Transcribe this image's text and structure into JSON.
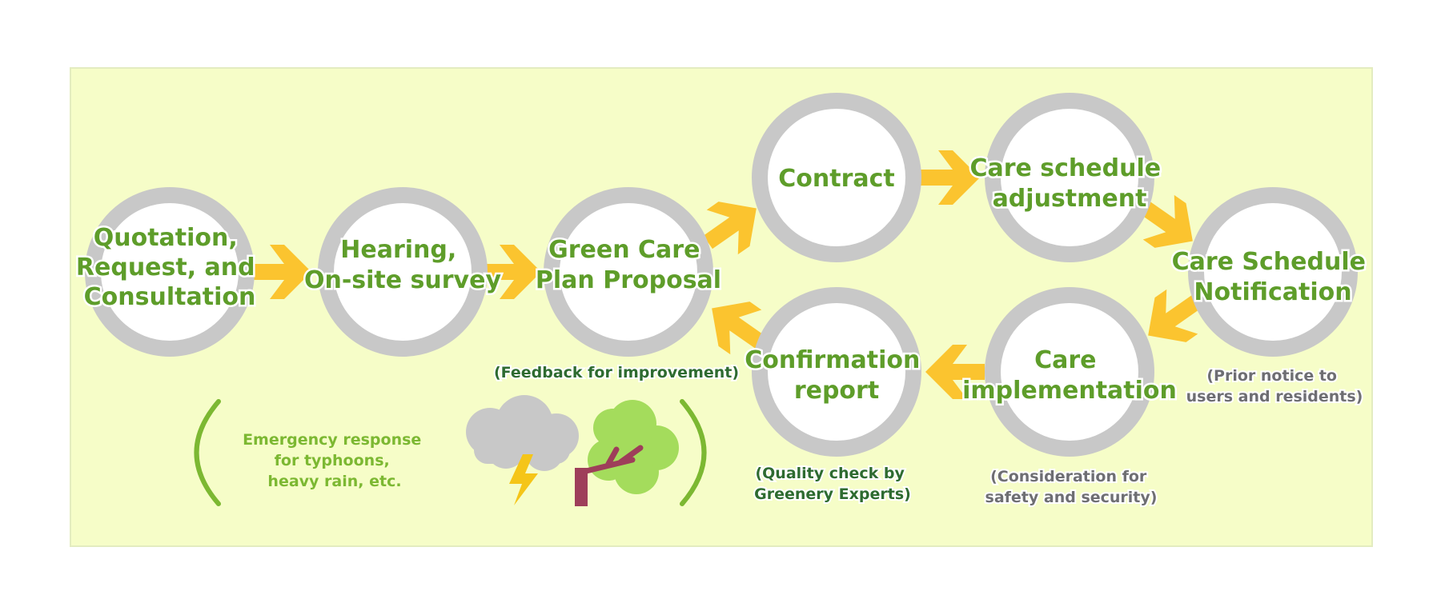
{
  "colors": {
    "panel_background": "#f6fdc8",
    "circle_ring": "#c8c8c8",
    "arrow": "#fbc42f",
    "step_text": "#5e9d2a",
    "note_dark": "#2e6b30",
    "note_gray": "#6e6e72",
    "emergency_text": "#7cb832"
  },
  "steps": [
    {
      "id": "quotation",
      "lines": [
        "Quotation,",
        "Request, and",
        "Consultation"
      ]
    },
    {
      "id": "hearing",
      "lines": [
        "Hearing,",
        "On-site survey"
      ]
    },
    {
      "id": "proposal",
      "lines": [
        "Green Care",
        "Plan Proposal"
      ]
    },
    {
      "id": "contract",
      "lines": [
        "Contract"
      ]
    },
    {
      "id": "schedule-adjustment",
      "lines": [
        "Care schedule",
        "adjustment"
      ]
    },
    {
      "id": "schedule-notification",
      "lines": [
        "Care Schedule",
        "Notification"
      ]
    },
    {
      "id": "implementation",
      "lines": [
        "Care",
        "implementation"
      ]
    },
    {
      "id": "confirmation",
      "lines": [
        "Confirmation",
        "report"
      ]
    }
  ],
  "notes": {
    "feedback": [
      "(Feedback for improvement)"
    ],
    "prior_notice": [
      "(Prior notice to",
      "users and residents)"
    ],
    "consideration": [
      "(Consideration for",
      "safety and security)"
    ],
    "quality_check": [
      "(Quality check by",
      "Greenery Experts)"
    ]
  },
  "emergency": {
    "lines": [
      "Emergency response",
      "for typhoons,",
      "heavy rain, etc."
    ],
    "icons": [
      "storm-cloud-icon",
      "lightning-icon",
      "fallen-tree-icon"
    ]
  }
}
